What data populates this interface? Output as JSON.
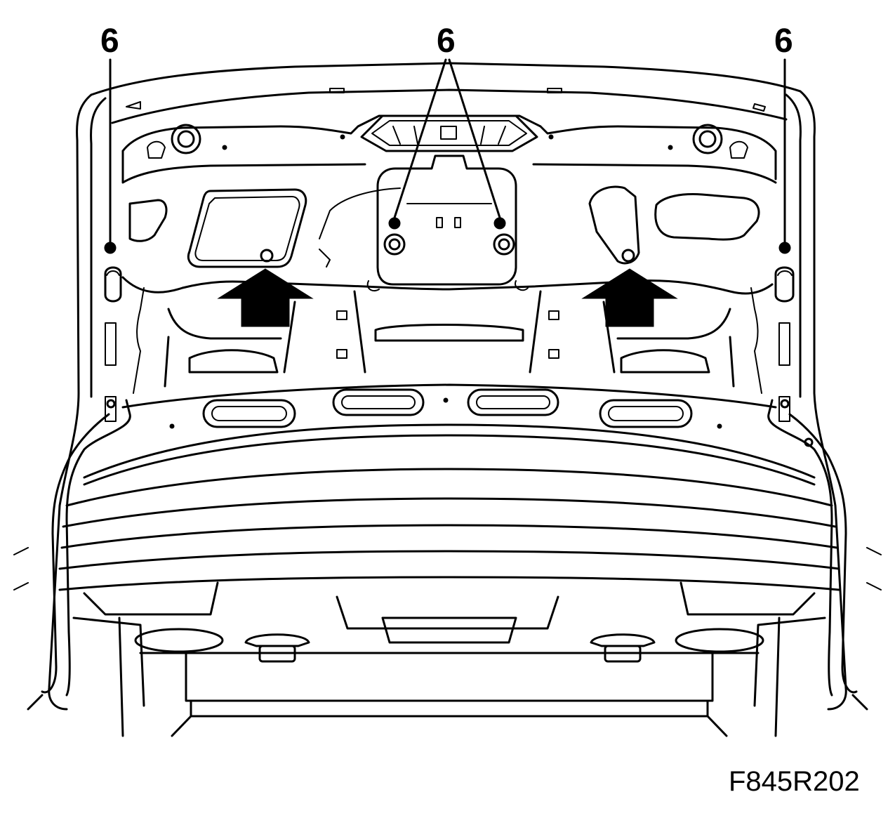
{
  "callouts": {
    "left": {
      "number": "6"
    },
    "center": {
      "number": "6"
    },
    "right": {
      "number": "6"
    }
  },
  "figure_code": "F845R202",
  "colors": {
    "line": "#000000",
    "background": "#ffffff"
  }
}
